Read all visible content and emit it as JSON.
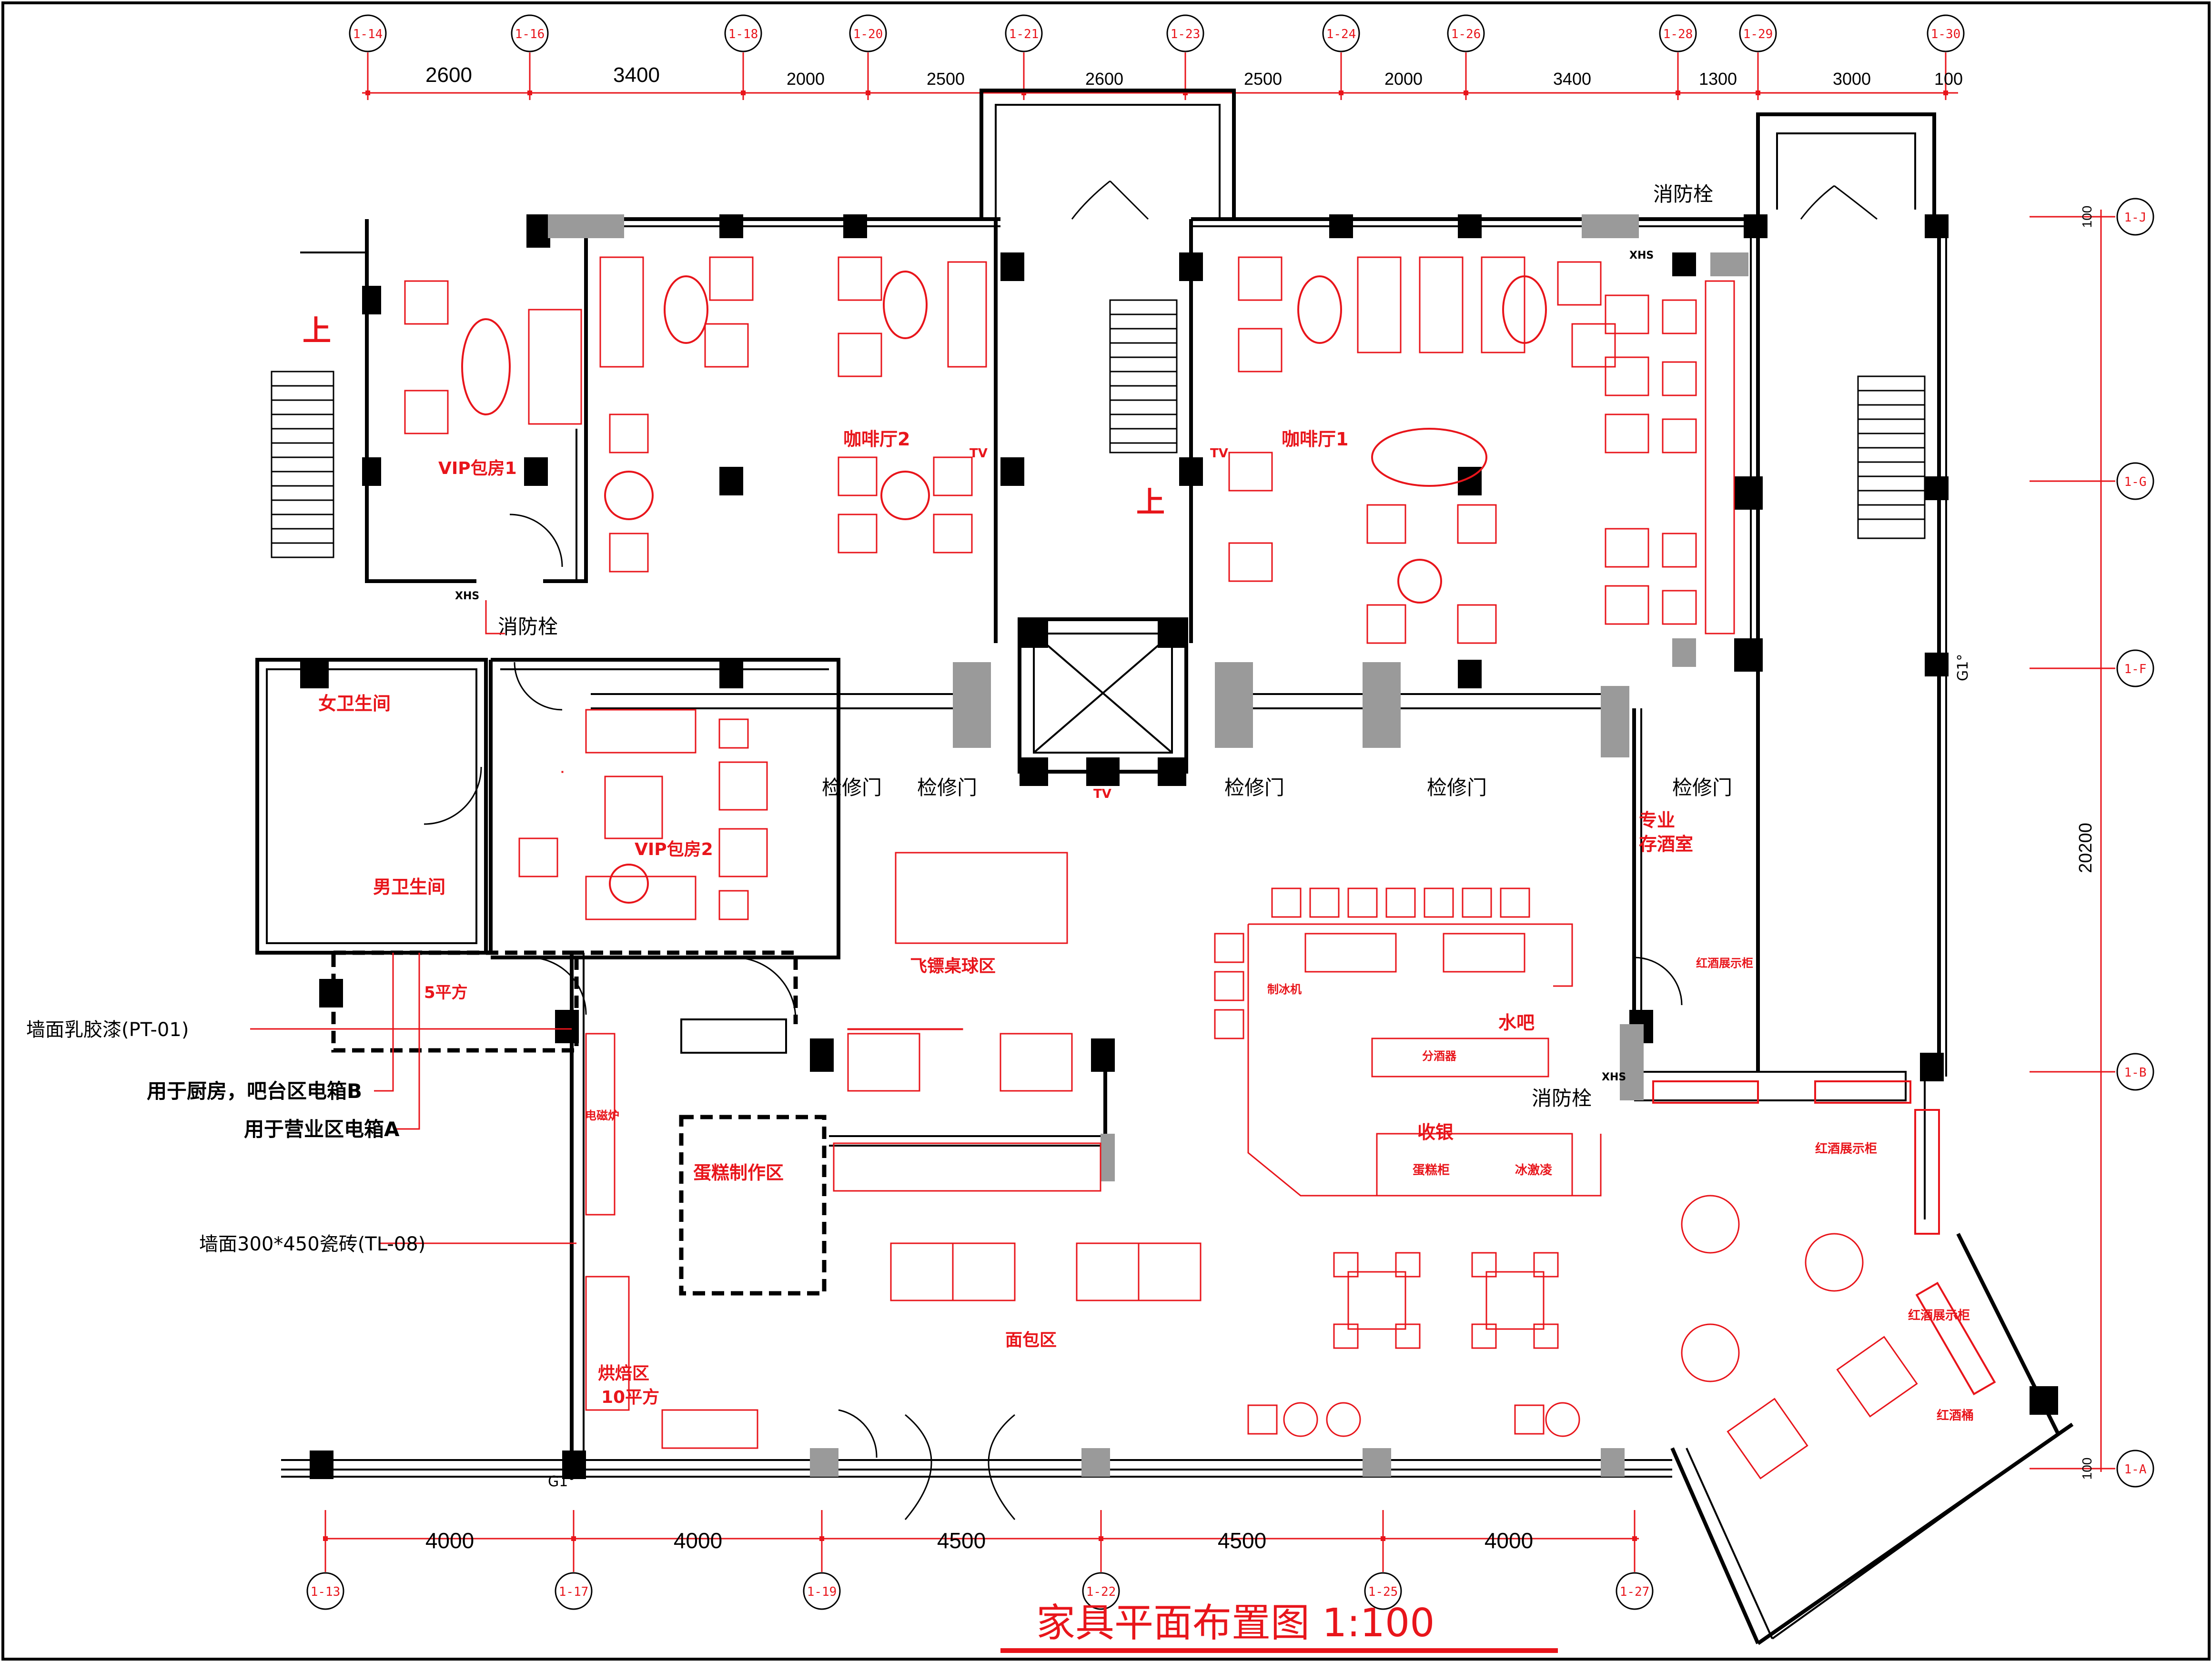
{
  "title": "家具平面布置图 1:100",
  "axes": {
    "top": [
      "1-14",
      "1-16",
      "1-18",
      "1-20",
      "1-21",
      "1-23",
      "1-24",
      "1-26",
      "1-28",
      "1-29",
      "1-30"
    ],
    "bottom": [
      "1-13",
      "1-17",
      "1-19",
      "1-22",
      "1-25",
      "1-27"
    ],
    "right": [
      "1-J",
      "1-G",
      "1-F",
      "1-B",
      "1-A"
    ]
  },
  "dimensions": {
    "top": [
      "2600",
      "3400",
      "2000",
      "2500",
      "2600",
      "2500",
      "2000",
      "3400",
      "1300",
      "3000",
      "100"
    ],
    "bottom": [
      "4000",
      "4000",
      "4500",
      "4500",
      "4000"
    ],
    "right_total": "20200",
    "right_top": "100",
    "right_bottom": "100"
  },
  "rooms": {
    "vip1": "VIP包房1",
    "vip2": "VIP包房2",
    "cafe2": "咖啡厅2",
    "cafe1": "咖啡厅1",
    "womens_wc": "女卫生间",
    "mens_wc": "男卫生间",
    "darts_billiards": "飞镖桌球区",
    "wine_room_line1": "专业",
    "wine_room_line2": "存酒室",
    "water_bar": "水吧",
    "cashier": "收银",
    "cake_area": "蛋糕制作区",
    "bread_area": "面包区",
    "baking_area_line1": "烘焙区",
    "baking_area_line2": "10平方",
    "five_sqm": "5平方"
  },
  "fixtures": {
    "wine_cabinet_1": "红酒展示柜",
    "wine_cabinet_2": "红酒展示柜",
    "wine_cabinet_3": "红酒展示柜",
    "wine_bucket": "红酒桶",
    "ice_maker": "制冰机",
    "dispenser": "分酒器",
    "cake_cabinet": "蛋糕柜",
    "ice_cream": "冰激凌",
    "induction": "电磁炉",
    "tv_1": "TV",
    "tv_2": "TV",
    "tv_3": "TV"
  },
  "annotations": {
    "hydrant": "消防栓",
    "hydrant_code": "XHS",
    "access_door": "检修门",
    "stairs_up": "上",
    "g1": "G1°"
  },
  "notes": {
    "wall_paint": "墙面乳胶漆(PT-01)",
    "panel_b": "用于厨房，吧台区电箱B",
    "panel_a": "用于营业区电箱A",
    "wall_tile": "墙面300*450瓷砖(TL-08)"
  },
  "colors": {
    "furniture": "#e8151b",
    "walls": "#000000",
    "columns": "#000000",
    "hatch": "#9a9a9a"
  }
}
